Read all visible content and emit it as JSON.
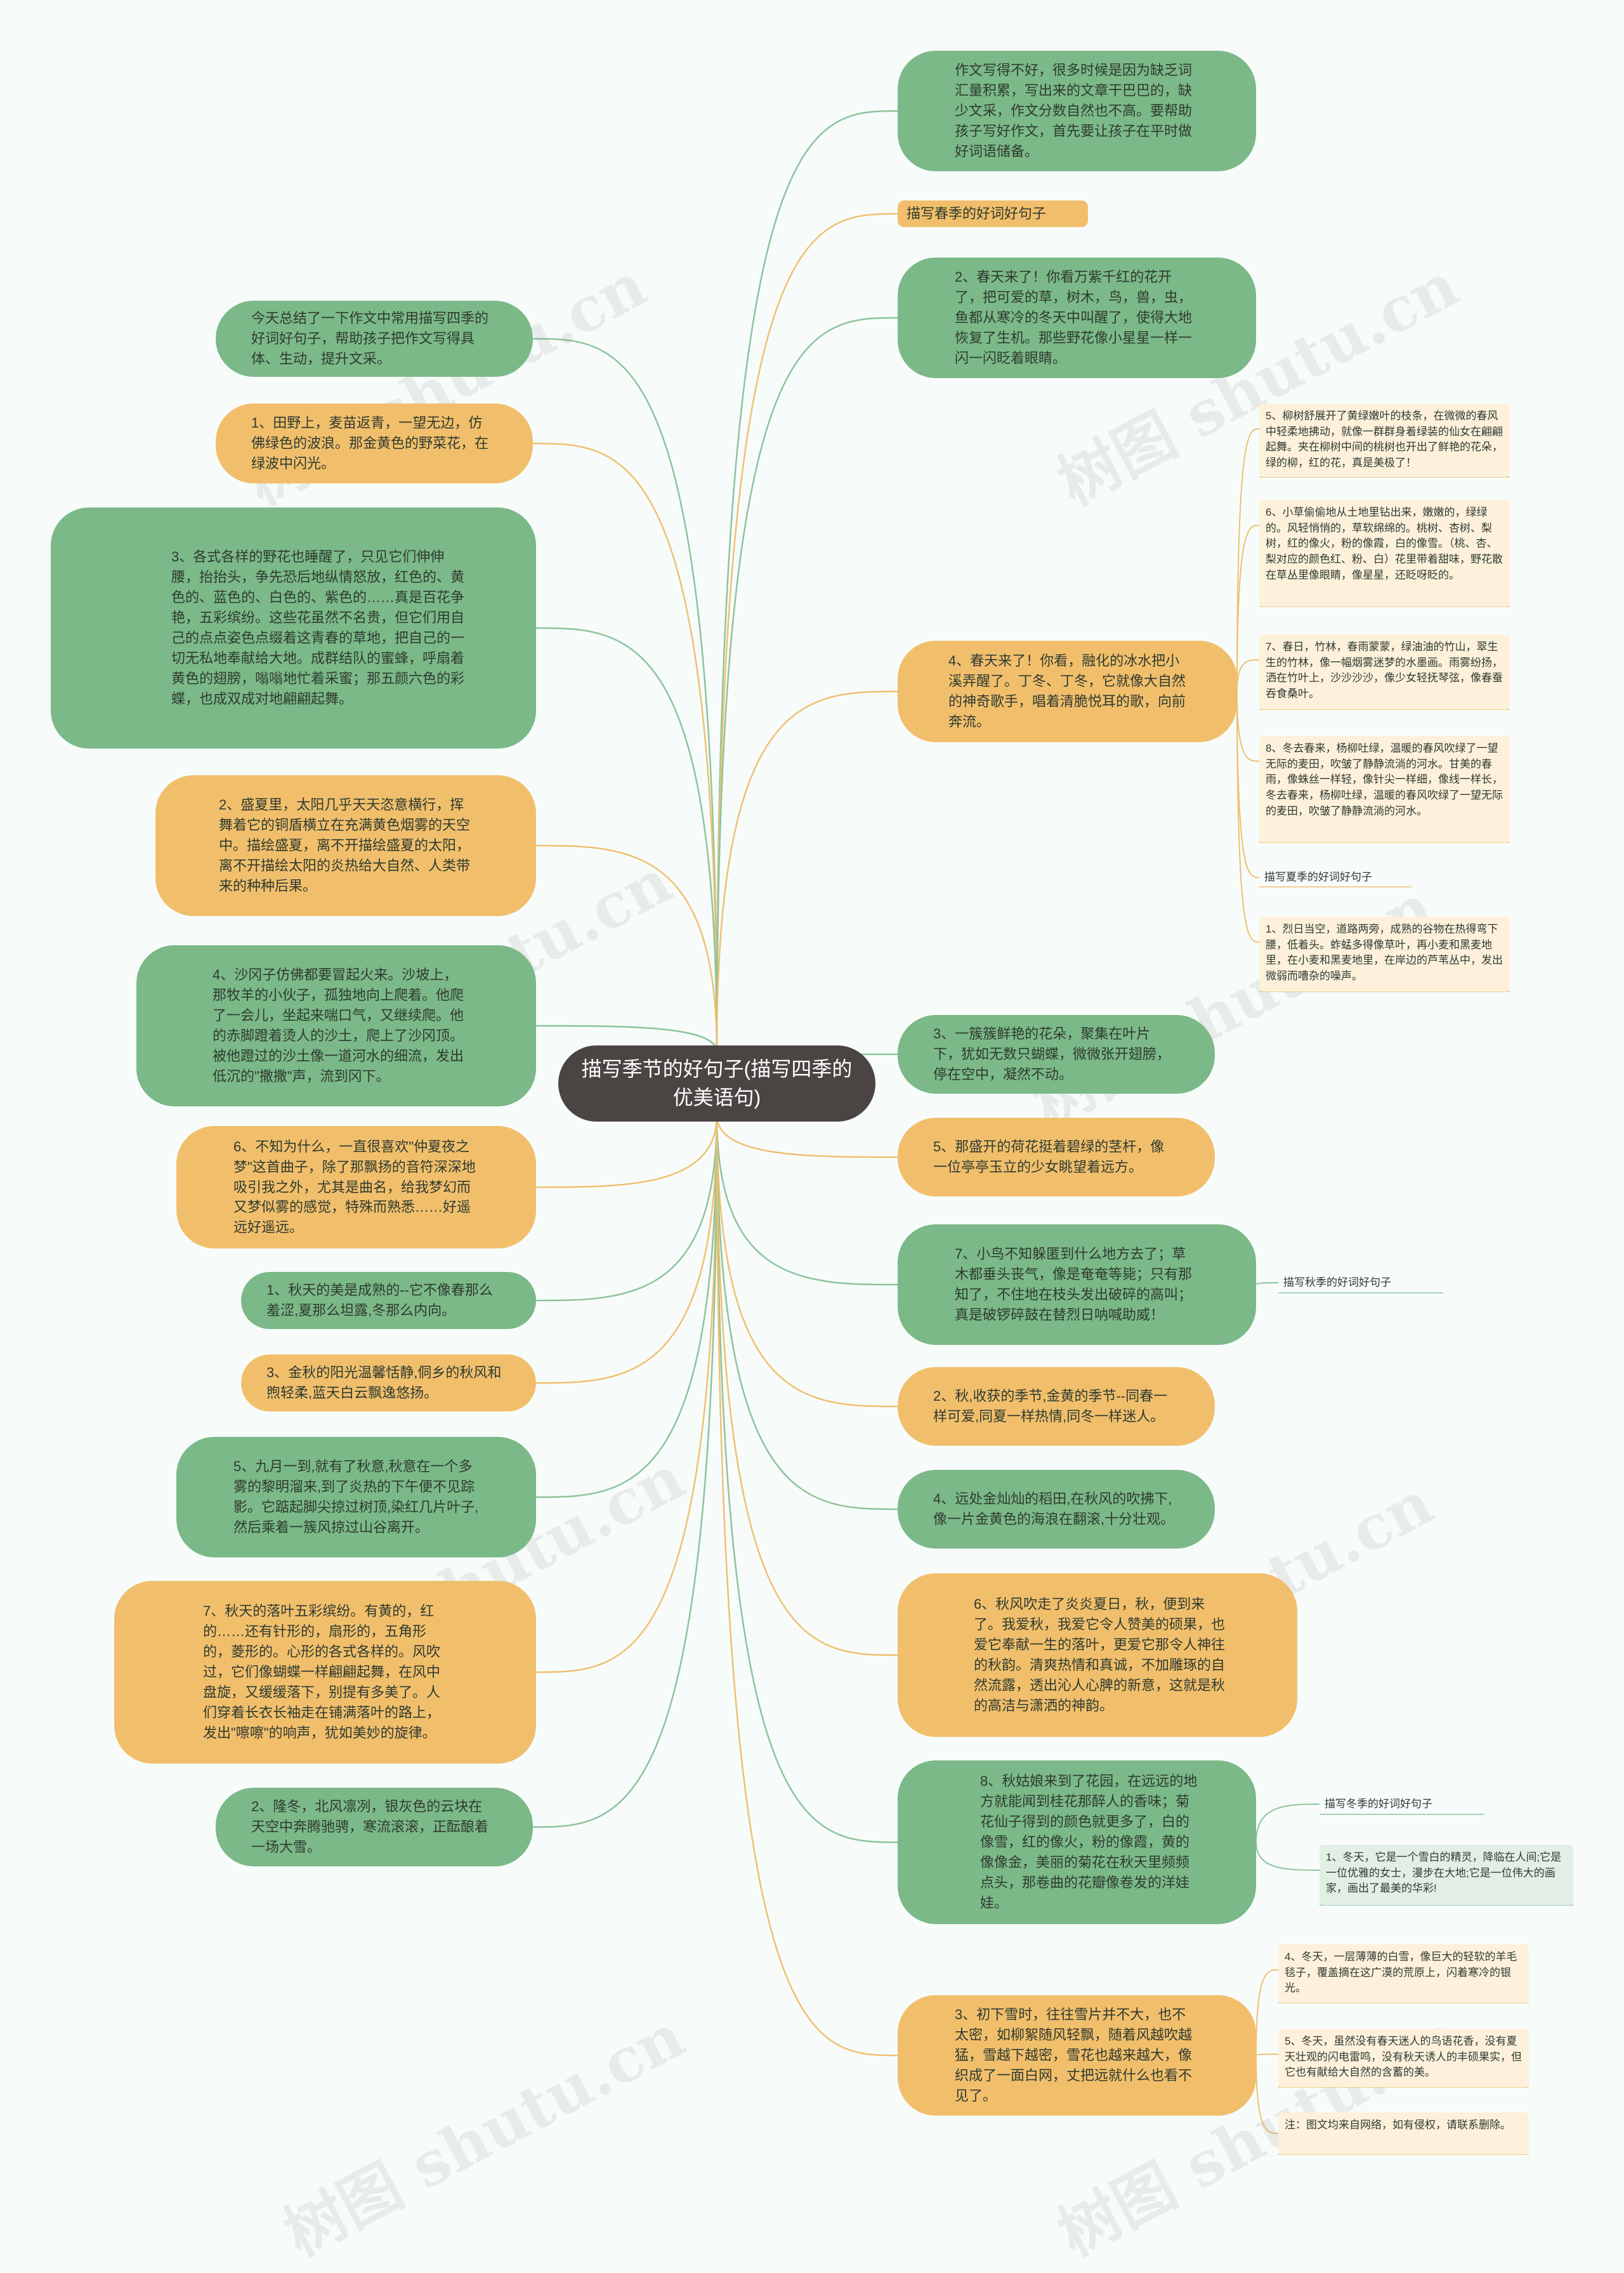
{
  "central_topic": "描写季节的好句子(描写四季的优美语句)",
  "colors": {
    "green_node": "#7bb988",
    "orange_node": "#f1bf6c",
    "center_node": "#4a4443",
    "green_link": "#8fc39b",
    "orange_link": "#f0c070",
    "leaf_orange_bg": "#fdf1dc",
    "leaf_green_bg": "#e2efe5",
    "background": "#f7fcfb"
  },
  "watermark": "树图 shutu.cn",
  "left_branches": [
    {
      "text": "今天总结了一下作文中常用描写四季的好词好句子，帮助孩子把作文写得具体、生动，提升文采。",
      "color": "green"
    },
    {
      "text": "1、田野上，麦苗返青，一望无边，仿佛绿色的波浪。那金黄色的野菜花，在绿波中闪光。",
      "color": "orange"
    },
    {
      "text": "3、各式各样的野花也睡醒了，只见它们伸伸腰，抬抬头，争先恐后地纵情怒放，红色的、黄色的、蓝色的、白色的、紫色的……真是百花争艳，五彩缤纷。这些花虽然不名贵，但它们用自己的点点姿色点缀着这青春的草地，把自己的一切无私地奉献给大地。成群结队的蜜蜂，呼扇着黄色的翅膀，嗡嗡地忙着采蜜；那五颜六色的彩蝶，也成双成对地翩翩起舞。",
      "color": "green"
    },
    {
      "text": "2、盛夏里，太阳几乎天天恣意横行，挥舞着它的铜盾横立在充满黄色烟雾的天空中。描绘盛夏，离不开描绘盛夏的太阳，离不开描绘太阳的炎热给大自然、人类带来的种种后果。",
      "color": "orange"
    },
    {
      "text": "4、沙冈子仿佛都要冒起火来。沙坡上，那牧羊的小伙子，孤独地向上爬着。他爬了一会儿，坐起来喘口气，又继续爬。他的赤脚蹬着烫人的沙土，爬上了沙冈顶。被他蹬过的沙土像一道河水的细流，发出低沉的\"撒撒\"声，流到冈下。",
      "color": "green"
    },
    {
      "text": "6、不知为什么，一直很喜欢\"仲夏夜之梦\"这首曲子，除了那飘扬的音符深深地吸引我之外，尤其是曲名，给我梦幻而又梦似雾的感觉，特殊而熟悉……好遥远好遥远。",
      "color": "orange"
    },
    {
      "text": "1、秋天的美是成熟的--它不像春那么羞涩,夏那么坦露,冬那么内向。",
      "color": "green"
    },
    {
      "text": "3、金秋的阳光温馨恬静,侗乡的秋风和煦轻柔,蓝天白云飘逸悠扬。",
      "color": "orange"
    },
    {
      "text": "5、九月一到,就有了秋意,秋意在一个多雾的黎明溜来,到了炎热的下午便不见踪影。它踮起脚尖掠过树顶,染红几片叶子,然后乘着一簇风掠过山谷离开。",
      "color": "green"
    },
    {
      "text": "7、秋天的落叶五彩缤纷。有黄的，红的……还有针形的，扇形的，五角形的，菱形的。心形的各式各样的。风吹过，它们像蝴蝶一样翩翩起舞，在风中盘旋，又缓缓落下，别提有多美了。人们穿着长衣长袖走在铺满落叶的路上，发出\"嚓嚓\"的响声，犹如美妙的旋律。",
      "color": "orange"
    },
    {
      "text": "2、隆冬，北风凛冽，银灰色的云块在天空中奔腾驰骋，寒流滚滚，正酝酿着一场大雪。",
      "color": "green"
    }
  ],
  "right_branches": [
    {
      "text": "作文写得不好，很多时候是因为缺乏词汇量积累，写出来的文章干巴巴的，缺少文采，作文分数自然也不高。要帮助孩子写好作文，首先要让孩子在平时做好词语储备。",
      "color": "green"
    },
    {
      "text": "描写春季的好词好句子",
      "color": "orange_label"
    },
    {
      "text": "2、春天来了！你看万紫千红的花开了，把可爱的草，树木，鸟，兽，虫，鱼都从寒冷的冬天中叫醒了，使得大地恢复了生机。那些野花像小星星一样一闪一闪眨着眼睛。",
      "color": "green"
    },
    {
      "text": "4、春天来了！你看，融化的冰水把小溪弄醒了。丁冬、丁冬，它就像大自然的神奇歌手，唱着清脆悦耳的歌，向前奔流。",
      "color": "orange",
      "leaves": [
        "5、柳树舒展开了黄绿嫩叶的枝条，在微微的春风中轻柔地拂动，就像一群群身着绿装的仙女在翩翩起舞。夹在柳树中间的桃树也开出了鲜艳的花朵，绿的柳，红的花，真是美极了！",
        "6、小草偷偷地从土地里钻出来，嫩嫩的，绿绿的。风轻悄悄的，草软绵绵的。桃树、杏树、梨树，红的像火，粉的像霞，白的像雪。（桃、杏、梨对应的颜色红、粉、白）花里带着甜味，野花散在草丛里像眼睛，像星星，还眨呀眨的。",
        "7、春日，竹林，春雨蒙蒙，绿油油的竹山，翠生生的竹林，像一幅烟雾迷梦的水墨画。雨雾纷扬，洒在竹叶上，沙沙沙沙，像少女轻抚琴弦，像春蚕吞食桑叶。",
        "8、冬去春来，杨柳吐绿，温暖的春风吹绿了一望无际的麦田，吹皱了静静流淌的河水。甘美的春雨，像蛛丝一样轻，像针尖一样细，像线一样长，冬去春来，杨柳吐绿，温暖的春风吹绿了一望无际的麦田，吹皱了静静流淌的河水。",
        "描写夏季的好词好句子",
        "1、烈日当空，道路两旁，成熟的谷物在热得弯下腰，低着头。蚱蜢多得像草叶，再小麦和黑麦地里，在小麦和黑麦地里，在岸边的芦苇丛中，发出微弱而嘈杂的噪声。"
      ]
    },
    {
      "text": "3、一簇簇鲜艳的花朵，聚集在叶片下，犹如无数只蝴蝶，微微张开翅膀，停在空中，凝然不动。",
      "color": "green"
    },
    {
      "text": "5、那盛开的荷花挺着碧绿的茎杆，像一位亭亭玉立的少女眺望着远方。",
      "color": "orange"
    },
    {
      "text": "7、小鸟不知躲匿到什么地方去了；草木都垂头丧气，像是奄奄等毙；只有那知了，不住地在枝头发出破碎的高叫；真是破锣碎鼓在替烈日呐喊助威！",
      "color": "green",
      "leaves": [
        "描写秋季的好词好句子"
      ]
    },
    {
      "text": "2、秋,收获的季节,金黄的季节--同春一样可爱,同夏一样热情,同冬一样迷人。",
      "color": "orange"
    },
    {
      "text": "4、远处金灿灿的稻田,在秋风的吹拂下,像一片金黄色的海浪在翻滚,十分壮观。",
      "color": "green"
    },
    {
      "text": "6、秋风吹走了炎炎夏日，秋，便到来了。我爱秋，我爱它令人赞美的硕果，也爱它奉献一生的落叶，更爱它那令人神往的秋韵。清爽热情和真诚，不加雕琢的自然流露，透出沁人心脾的新意，这就是秋的高洁与潇洒的神韵。",
      "color": "orange"
    },
    {
      "text": "8、秋姑娘来到了花园，在远远的地方就能闻到桂花那醉人的香味；菊花仙子得到的颜色就更多了，白的像雪，红的像火，粉的像霞，黄的像像金，美丽的菊花在秋天里频频点头，那卷曲的花瓣像卷发的洋娃娃。",
      "color": "green",
      "leaves": [
        "描写冬季的好词好句子",
        "1、冬天，它是一个雪白的精灵，降临在人间;它是一位优雅的女士，漫步在大地;它是一位伟大的画家，画出了最美的华彩!"
      ]
    },
    {
      "text": "3、初下雪时，往往雪片并不大，也不太密，如柳絮随风轻飘，随着风越吹越猛，雪越下越密，雪花也越来越大，像织成了一面白网，丈把远就什么也看不见了。",
      "color": "orange",
      "leaves": [
        "4、冬天，一层薄薄的白雪，像巨大的轻软的羊毛毯子，覆盖摘在这广漠的荒原上，闪着寒冷的银光。",
        "5、冬天，虽然没有春天迷人的鸟语花香，没有夏天壮观的闪电雷鸣，没有秋天诱人的丰硕果实，但它也有献给大自然的含蓄的美。",
        "注：图文均来自网络，如有侵权，请联系删除。"
      ]
    }
  ]
}
